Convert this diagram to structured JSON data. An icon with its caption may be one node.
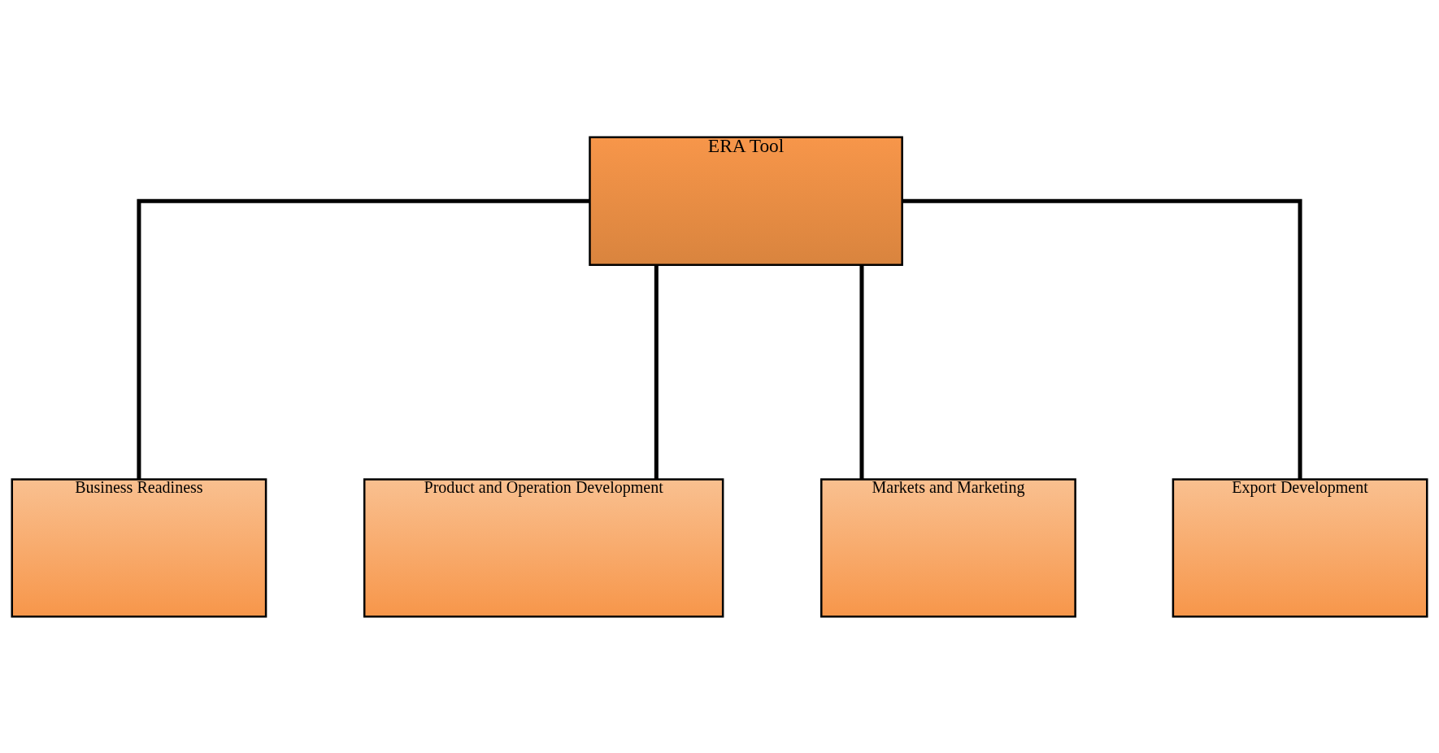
{
  "diagram": {
    "nodes": [
      {
        "text": [
          "ERA Tool"
        ]
      },
      {
        "text": [
          "Business Readiness"
        ]
      },
      {
        "text": [
          "Product and Operation Development"
        ]
      },
      {
        "text": [
          "Markets and Marketing"
        ]
      },
      {
        "text": [
          "Export Development"
        ]
      }
    ],
    "edges": [
      {
        "from": 0,
        "to": 1,
        "arrow": "none"
      },
      {
        "from": 0,
        "to": 2,
        "arrow": "none"
      },
      {
        "from": 0,
        "to": 3,
        "arrow": "none"
      },
      {
        "from": 0,
        "to": 4,
        "arrow": "none"
      }
    ]
  }
}
